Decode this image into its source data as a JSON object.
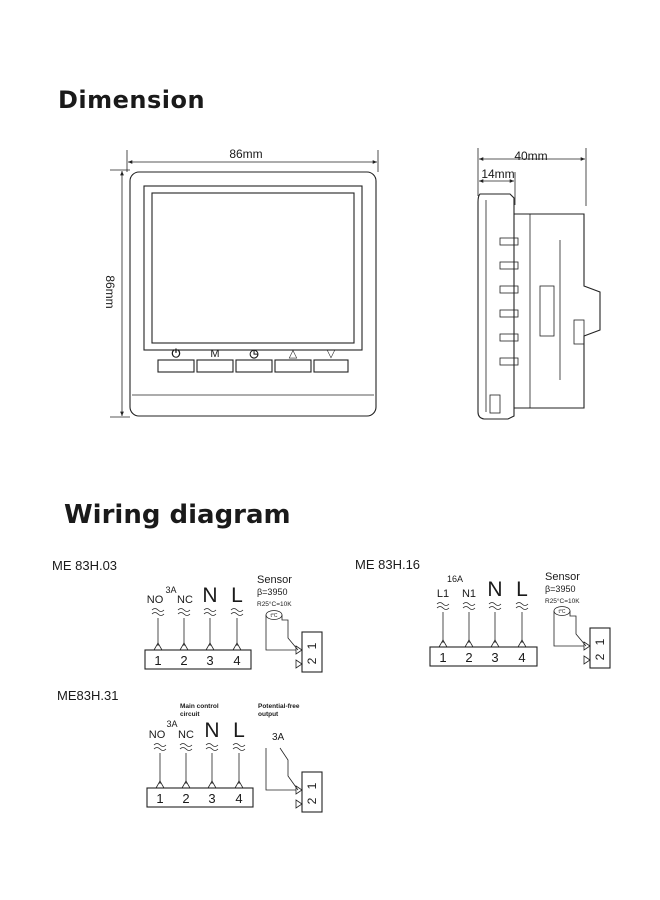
{
  "dimension": {
    "title": "Dimension",
    "width_label": "86mm",
    "height_label": "86mm",
    "depth_label": "40mm",
    "front_depth_label": "14mm",
    "buttons": [
      {
        "icon": "power-icon",
        "glyph": "⏻"
      },
      {
        "icon": "mode-icon",
        "glyph": "M"
      },
      {
        "icon": "clock-icon",
        "glyph": "◷"
      },
      {
        "icon": "up-arrow-icon",
        "glyph": "△"
      },
      {
        "icon": "down-arrow-icon",
        "glyph": "▽"
      }
    ]
  },
  "wiring": {
    "title": "Wiring diagram",
    "models": [
      {
        "name": "ME 83H.03",
        "current": "3A",
        "terminals": [
          "1",
          "2",
          "3",
          "4"
        ],
        "labels": [
          "NO",
          "NC",
          "N",
          "L"
        ],
        "sensor": {
          "title": "Sensor",
          "beta": "β=3950",
          "r25": "R25°C=10K",
          "t_symbol": "t°C",
          "pins": [
            "1",
            "2"
          ]
        }
      },
      {
        "name": "ME 83H.16",
        "current": "16A",
        "terminals": [
          "1",
          "2",
          "3",
          "4"
        ],
        "labels": [
          "L1",
          "N1",
          "N",
          "L"
        ],
        "sensor": {
          "title": "Sensor",
          "beta": "β=3950",
          "r25": "R25°C=10K",
          "t_symbol": "t°C",
          "pins": [
            "1",
            "2"
          ]
        }
      },
      {
        "name": "ME83H.31",
        "current": "3A",
        "terminals": [
          "1",
          "2",
          "3",
          "4"
        ],
        "labels": [
          "NO",
          "NC",
          "N",
          "L"
        ],
        "main_control": [
          "Main control",
          "circuit"
        ],
        "potential_free": "Potential-free",
        "potential_free_2": "output",
        "output_current": "3A",
        "pins": [
          "1",
          "2"
        ]
      }
    ]
  }
}
